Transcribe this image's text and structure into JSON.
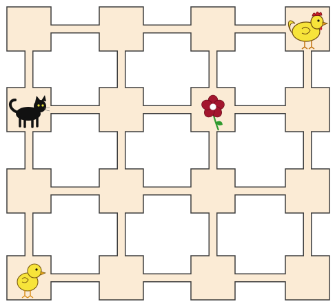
{
  "board": {
    "rows": 4,
    "cols": 4,
    "colors": {
      "tile_fill": "#fbebd5",
      "outline": "#3c3c3c",
      "background": "#ffffff"
    }
  },
  "pieces": [
    {
      "name": "rooster-icon",
      "row": 0,
      "col": 3,
      "color": "#f7e43a",
      "accent": "#c8202a"
    },
    {
      "name": "cat-icon",
      "row": 1,
      "col": 0,
      "color": "#111111"
    },
    {
      "name": "flower-icon",
      "row": 1,
      "col": 2,
      "color": "#a3162e",
      "accent": "#2f9a2f"
    },
    {
      "name": "chick-icon",
      "row": 3,
      "col": 0,
      "color": "#f7e43a",
      "accent": "#e6a21a"
    }
  ]
}
